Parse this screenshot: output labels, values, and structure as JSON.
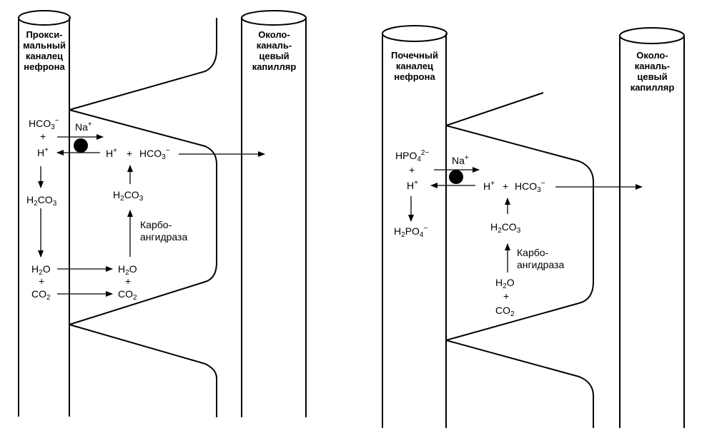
{
  "left_panel": {
    "tubule_title": [
      "Прокси-",
      "мальный",
      "каналец",
      "нефрона"
    ],
    "capillary_title": [
      "Около-",
      "каналь-",
      "цевый",
      "капилляр"
    ],
    "lumen": {
      "hco3": {
        "base": "HCO",
        "sub": "3",
        "sup": "−"
      },
      "plus1": "+",
      "h": {
        "base": "H",
        "sup": "+"
      },
      "h2co3": {
        "pre": "H",
        "sub1": "2",
        "mid": "CO",
        "sub2": "3"
      },
      "h2o": {
        "pre": "H",
        "sub": "2",
        "post": "O"
      },
      "plus2": "+",
      "co2": {
        "pre": "CO",
        "sub": "2"
      }
    },
    "cell": {
      "na": {
        "base": "Na",
        "sup": "+"
      },
      "h": {
        "base": "H",
        "sup": "+"
      },
      "plus": "+",
      "hco3": {
        "base": "HCO",
        "sub": "3",
        "sup": "−"
      },
      "h2co3": {
        "pre": "H",
        "sub1": "2",
        "mid": "CO",
        "sub2": "3"
      },
      "enzyme": [
        "Карбо-",
        "ангидраза"
      ],
      "h2o": {
        "pre": "H",
        "sub": "2",
        "post": "O"
      },
      "plus2": "+",
      "co2": {
        "pre": "CO",
        "sub": "2"
      }
    }
  },
  "right_panel": {
    "tubule_title": [
      "Почечный",
      "каналец",
      "нефрона"
    ],
    "capillary_title": [
      "Около-",
      "каналь-",
      "цевый",
      "капилляр"
    ],
    "lumen": {
      "hpo4": {
        "base": "HPO",
        "sub": "4",
        "sup": "2−"
      },
      "plus": "+",
      "h": {
        "base": "H",
        "sup": "+"
      },
      "h2po4": {
        "pre": "H",
        "sub1": "2",
        "mid": "PO",
        "sub2": "4",
        "sup": "−"
      }
    },
    "cell": {
      "na": {
        "base": "Na",
        "sup": "+"
      },
      "h": {
        "base": "H",
        "sup": "+"
      },
      "plus": "+",
      "hco3": {
        "base": "HCO",
        "sub": "3",
        "sup": "−"
      },
      "h2co3": {
        "pre": "H",
        "sub1": "2",
        "mid": "CO",
        "sub2": "3"
      },
      "enzyme": [
        "Карбо-",
        "ангидраза"
      ],
      "h2o": {
        "pre": "H",
        "sub": "2",
        "post": "O"
      },
      "plus2": "+",
      "co2": {
        "pre": "CO",
        "sub": "2"
      }
    }
  }
}
